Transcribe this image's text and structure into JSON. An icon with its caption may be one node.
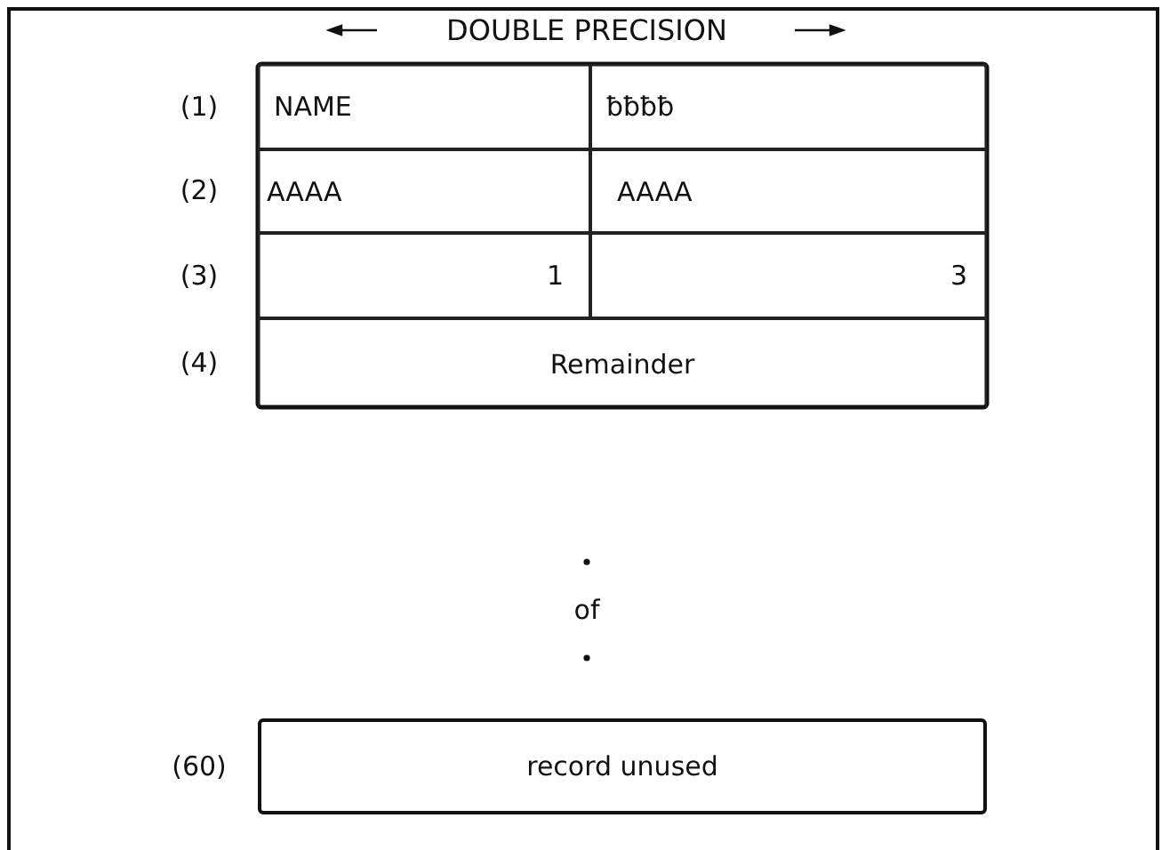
{
  "diagram": {
    "title": "DOUBLE PRECISION",
    "nodes": [
      {
        "text": [
          "NAME"
        ]
      },
      {
        "text": [
          "ƀƀƀƀ"
        ]
      },
      {
        "text": [
          "AAAA"
        ]
      },
      {
        "text": [
          "AAAA"
        ]
      },
      {
        "text": [
          "1"
        ]
      },
      {
        "text": [
          "3"
        ]
      },
      {
        "text": [
          "Remainder"
        ]
      },
      {
        "text": [
          "record unused"
        ]
      }
    ],
    "labels": [
      "(1)",
      "(2)",
      "(3)",
      "(4)",
      "of",
      "(60)"
    ]
  }
}
